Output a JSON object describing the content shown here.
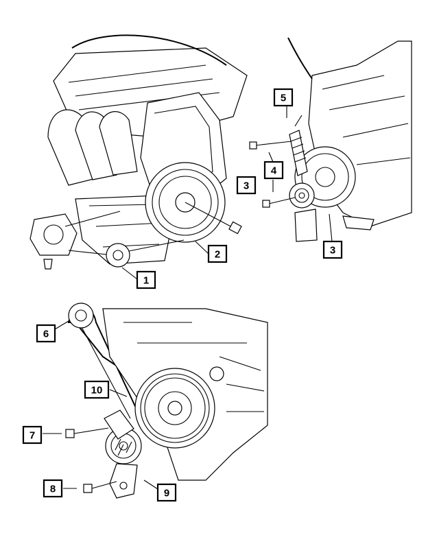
{
  "callouts": [
    {
      "id": "c1",
      "label": "1"
    },
    {
      "id": "c2",
      "label": "2"
    },
    {
      "id": "c3a",
      "label": "3"
    },
    {
      "id": "c3b",
      "label": "3"
    },
    {
      "id": "c4",
      "label": "4"
    },
    {
      "id": "c5",
      "label": "5"
    },
    {
      "id": "c6",
      "label": "6"
    },
    {
      "id": "c7",
      "label": "7"
    },
    {
      "id": "c8",
      "label": "8"
    },
    {
      "id": "c9",
      "label": "9"
    },
    {
      "id": "c10",
      "label": "10"
    }
  ]
}
